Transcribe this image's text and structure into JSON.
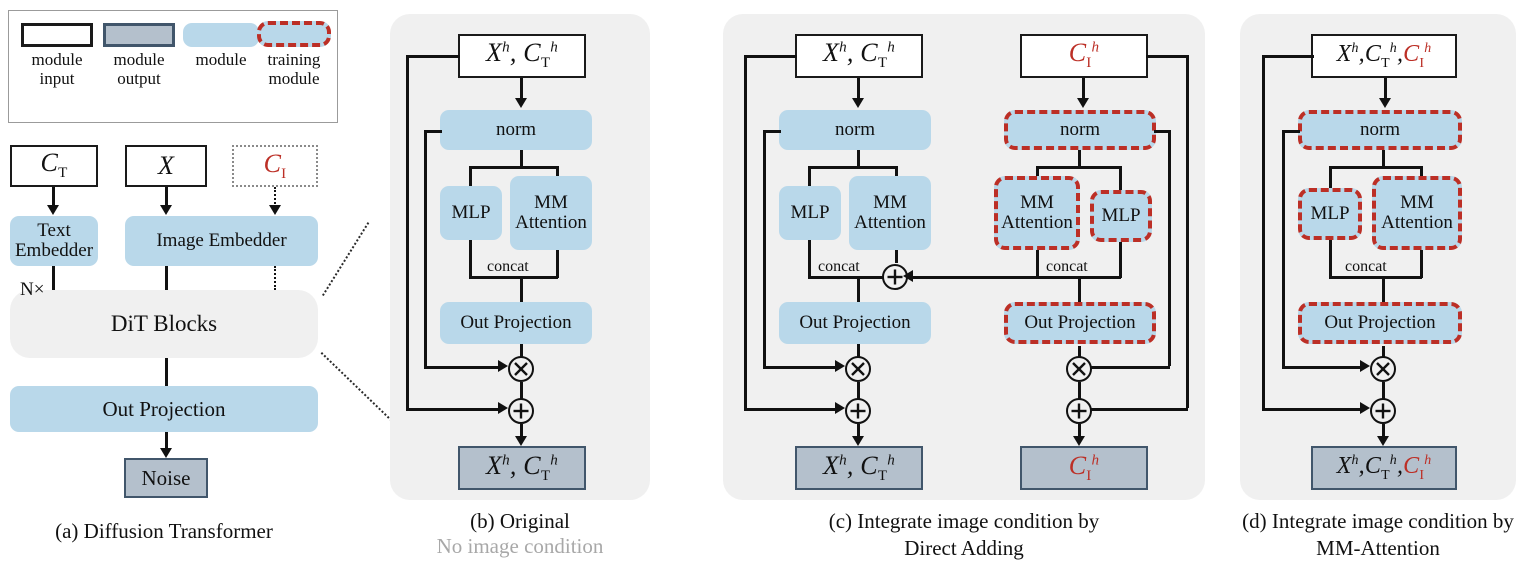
{
  "figure": {
    "title": "Diffusion Transformer image-condition integration variants"
  },
  "legend": {
    "items": [
      {
        "name": "module-input",
        "swatch": "white-rect-black-border",
        "label_line1": "module",
        "label_line2": "input"
      },
      {
        "name": "module-output",
        "swatch": "gray-rect-dark-border",
        "label_line1": "module",
        "label_line2": "output"
      },
      {
        "name": "module",
        "swatch": "blue-rounded-rect",
        "label_line1": "module",
        "label_line2": ""
      },
      {
        "name": "training-module",
        "swatch": "blue-rounded-red-dashed",
        "label_line1": "training",
        "label_line2": "module"
      }
    ]
  },
  "colors": {
    "module_blue": "#b9d8ea",
    "output_gray": "#b4c0cc",
    "output_border": "#41566b",
    "training_red": "#bc2f26",
    "panel_bg": "#f0f0f0",
    "line_black": "#111111",
    "muted_gray": "#a8a8a8"
  },
  "panel_a": {
    "caption": "(a) Diffusion Transformer",
    "inputs": [
      {
        "name": "c-t-input",
        "text": "C",
        "sub": "T",
        "sup": "",
        "color": "black",
        "style": "solid"
      },
      {
        "name": "x-input",
        "text": "X",
        "sub": "",
        "sup": "",
        "color": "black",
        "style": "solid"
      },
      {
        "name": "c-i-input",
        "text": "C",
        "sub": "I",
        "sup": "",
        "color": "red",
        "style": "dotted"
      }
    ],
    "text_embedder": "Text\nEmbedder",
    "text_embedder_l1": "Text",
    "text_embedder_l2": "Embedder",
    "image_embedder": "Image Embedder",
    "repeat_label": "N×",
    "dit_blocks": "DiT Blocks",
    "out_projection": "Out Projection",
    "noise": "Noise"
  },
  "panel_b": {
    "caption": "(b) Original",
    "caption_sub": "No image condition",
    "input_label": "X^h, C_T^h",
    "norm": "norm",
    "mlp": "MLP",
    "mm_attention_l1": "MM",
    "mm_attention_l2": "Attention",
    "concat": "concat",
    "out_projection": "Out Projection",
    "op_multiply": "⊗",
    "op_add": "⊕",
    "output_label": "X^h, C_T^h"
  },
  "panel_c": {
    "caption_l1": "(c) Integrate image condition by",
    "caption_l2": "Direct Adding",
    "left": {
      "input_label": "X^h, C_T^h",
      "norm": "norm",
      "mlp": "MLP",
      "mm_attention_l1": "MM",
      "mm_attention_l2": "Attention",
      "concat": "concat",
      "out_projection": "Out Projection",
      "op_multiply": "⊗",
      "op_add": "⊕",
      "op_merge": "⊕",
      "output_label": "X^h, C_T^h"
    },
    "right": {
      "input_label": "C_I^h",
      "norm": "norm",
      "mm_attention_l1": "MM",
      "mm_attention_l2": "Attention",
      "mlp": "MLP",
      "concat": "concat",
      "out_projection": "Out Projection",
      "op_multiply": "⊗",
      "op_add": "⊕",
      "output_label": "C_I^h"
    }
  },
  "panel_d": {
    "caption_l1": "(d) Integrate image condition by",
    "caption_l2": "MM-Attention",
    "input_label": "X^h,C_T^h,C_I^h",
    "norm": "norm",
    "mlp": "MLP",
    "mm_attention_l1": "MM",
    "mm_attention_l2": "Attention",
    "concat": "concat",
    "out_projection": "Out Projection",
    "op_multiply": "⊗",
    "op_add": "⊕",
    "output_label": "X^h,C_T^h,C_I^h"
  }
}
